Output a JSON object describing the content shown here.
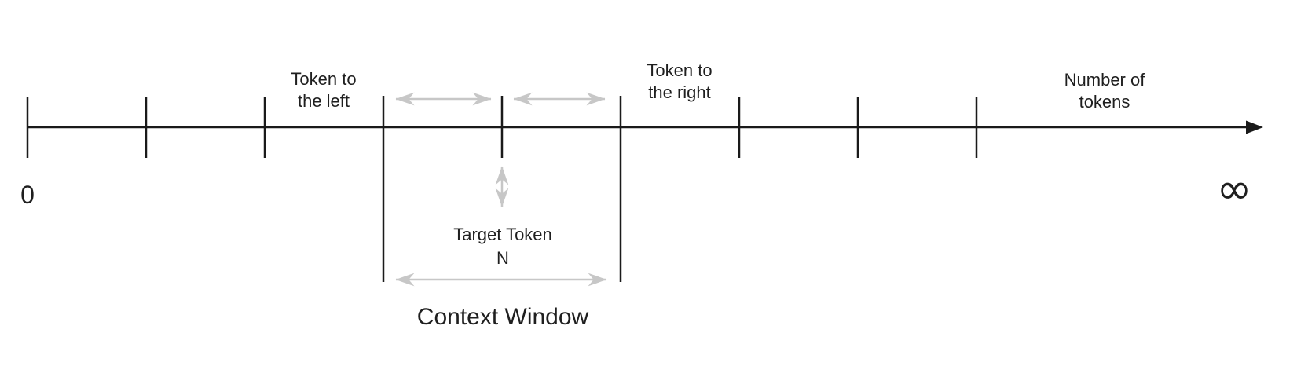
{
  "colors": {
    "line": "#1a1a1a",
    "arrow": "#c7c7c7",
    "text": "#1f1f1f",
    "background": "#ffffff"
  },
  "axis": {
    "origin_label": "0",
    "infinity_label": "∞",
    "title_line1": "Number of",
    "title_line2": "tokens"
  },
  "annotations": {
    "token_left": {
      "line1": "Token to",
      "line2": "the left"
    },
    "token_right": {
      "line1": "Token to",
      "line2": "the right"
    },
    "target_token": {
      "line1": "Target Token",
      "line2": "N"
    },
    "context_window": "Context Window"
  }
}
